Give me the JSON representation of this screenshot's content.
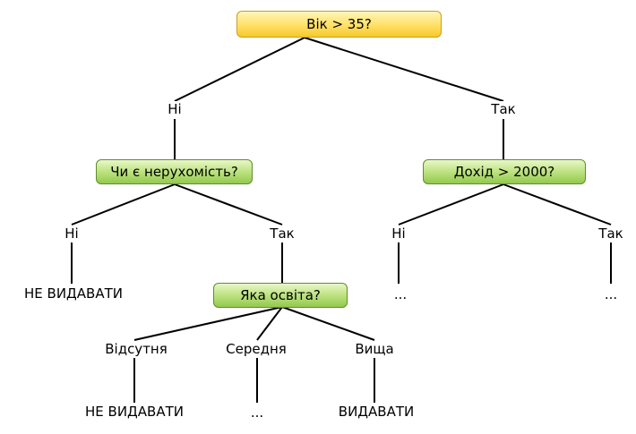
{
  "root": {
    "question": "Вік > 35?"
  },
  "root_no": {
    "edge": "Ні",
    "question": "Чи є нерухомість?",
    "no": {
      "edge": "Ні",
      "result": "НЕ ВИДАВАТИ"
    },
    "yes": {
      "edge": "Так",
      "question": "Яка освіта?",
      "branches": [
        {
          "edge": "Відсутня",
          "result": "НЕ ВИДАВАТИ"
        },
        {
          "edge": "Середня",
          "result": "..."
        },
        {
          "edge": "Вища",
          "result": "ВИДАВАТИ"
        }
      ]
    }
  },
  "root_yes": {
    "edge": "Так",
    "question": "Дохід > 2000?",
    "no": {
      "edge": "Ні",
      "result": "..."
    },
    "yes": {
      "edge": "Так",
      "result": "..."
    }
  },
  "colors": {
    "decision_root": "#ffe066",
    "decision_node": "#b8e07a",
    "line": "#000000"
  }
}
